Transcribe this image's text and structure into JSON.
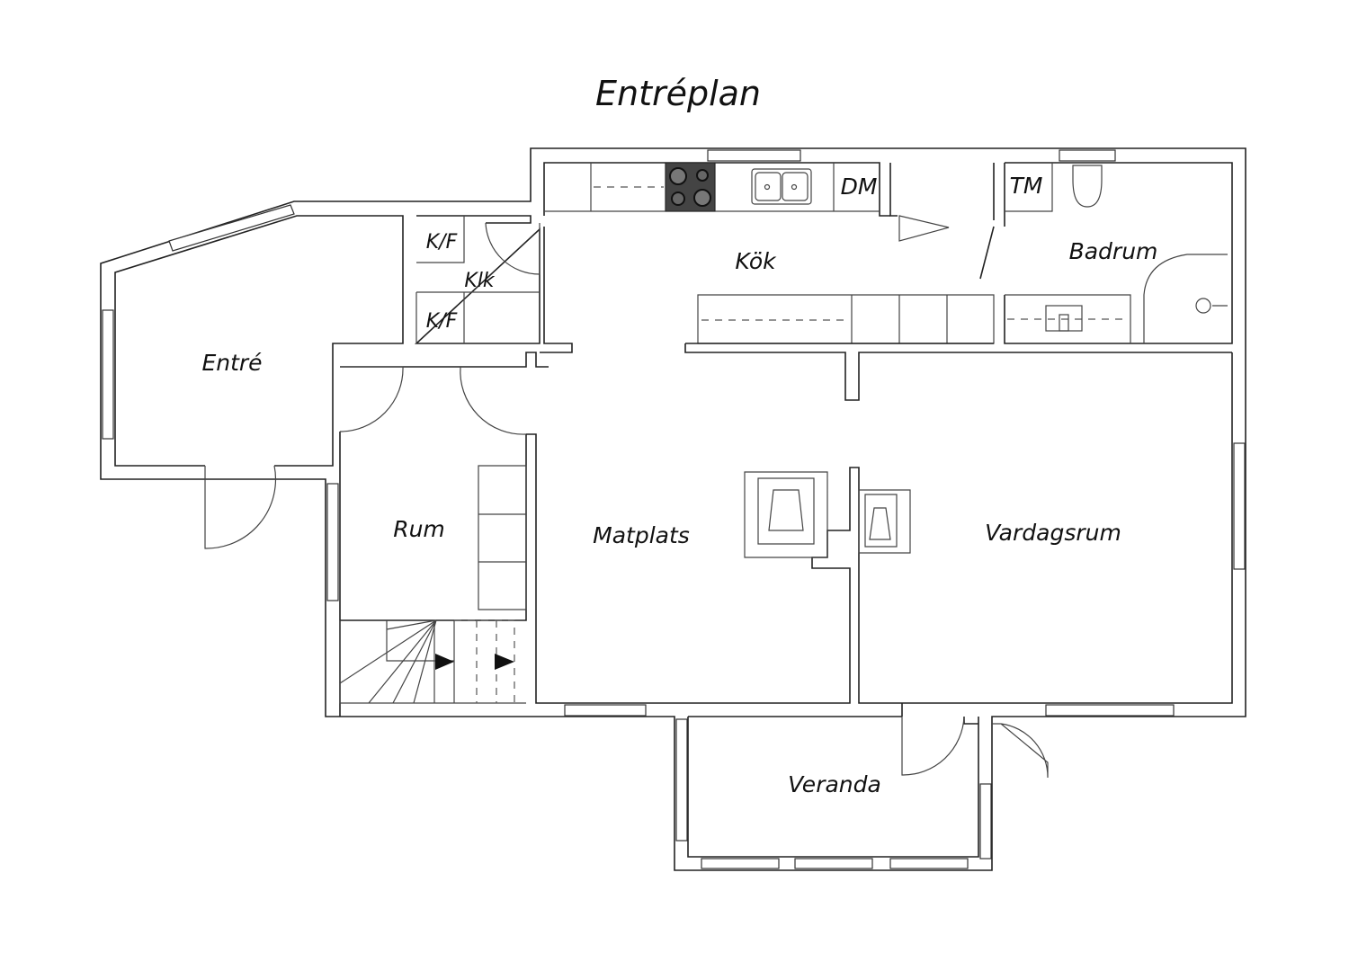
{
  "title": "Entréplan",
  "rooms": {
    "entre": "Entré",
    "klk": "Klk",
    "kf1": "K/F",
    "kf2": "K/F",
    "kok": "Kök",
    "dm": "DM",
    "tm": "TM",
    "badrum": "Badrum",
    "rum": "Rum",
    "matplats": "Matplats",
    "vardagsrum": "Vardagsrum",
    "veranda": "Veranda"
  },
  "colors": {
    "line": "#222222",
    "stove": "#444444"
  }
}
